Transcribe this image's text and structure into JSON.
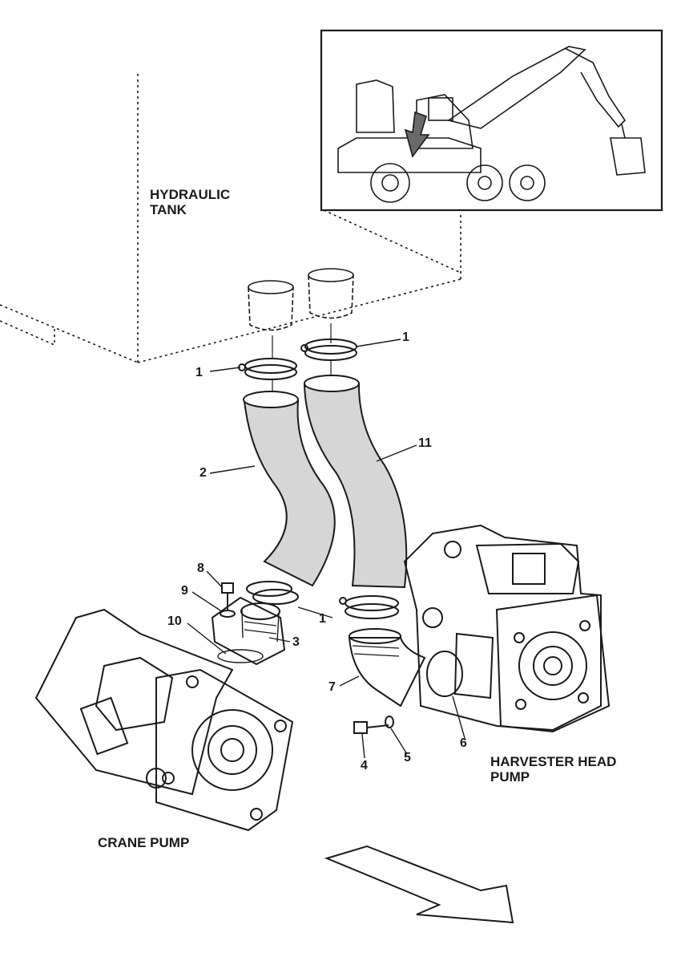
{
  "labels": {
    "hydraulic_tank": "HYDRAULIC\nTANK",
    "crane_pump": "CRANE PUMP",
    "harvester_head_pump": "HARVESTER HEAD\nPUMP"
  },
  "callouts": {
    "c1a": "1",
    "c1b": "1",
    "c1c": "1",
    "c2": "2",
    "c3": "3",
    "c4": "4",
    "c5": "5",
    "c6": "6",
    "c7": "7",
    "c8": "8",
    "c9": "9",
    "c10": "10",
    "c11": "11"
  },
  "colors": {
    "line": "#1a1a1a",
    "hose_fill": "#d6d6d6",
    "background": "#ffffff"
  },
  "icons": [
    "harvester-machine-inset",
    "flow-direction-arrow"
  ]
}
